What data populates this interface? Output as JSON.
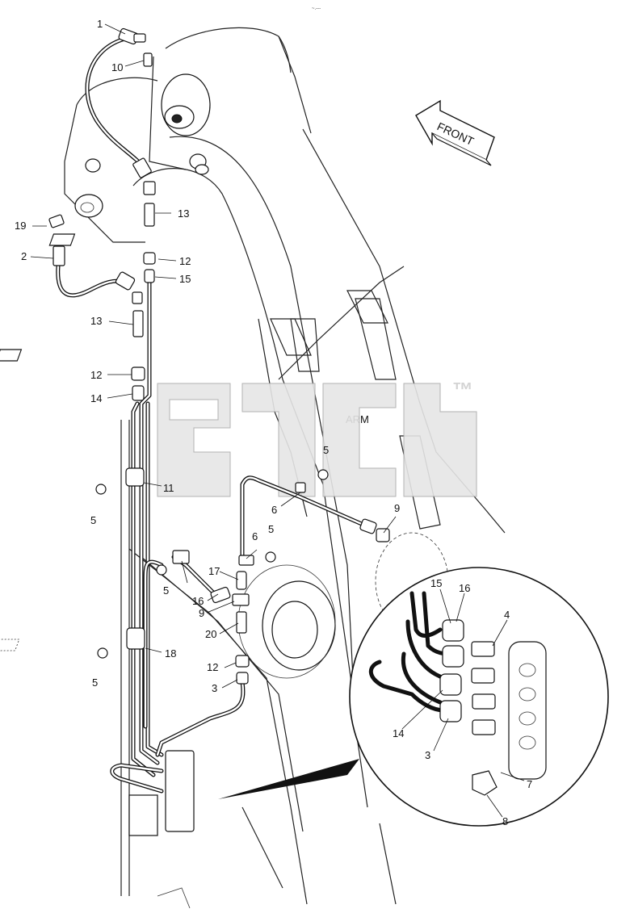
{
  "header": {
    "corner_mark": "~.---"
  },
  "labels": {
    "front": "FRONT",
    "arm": "ARM"
  },
  "watermark": {
    "text": "™"
  },
  "callouts": [
    "1",
    "10",
    "13",
    "19",
    "2",
    "12",
    "15",
    "13",
    "12",
    "14",
    "11",
    "5",
    "5",
    "6",
    "9",
    "5",
    "6",
    "17",
    "16",
    "9",
    "5",
    "20",
    "18",
    "12",
    "3",
    "5",
    "15",
    "16",
    "4",
    "14",
    "3",
    "7",
    "8"
  ]
}
